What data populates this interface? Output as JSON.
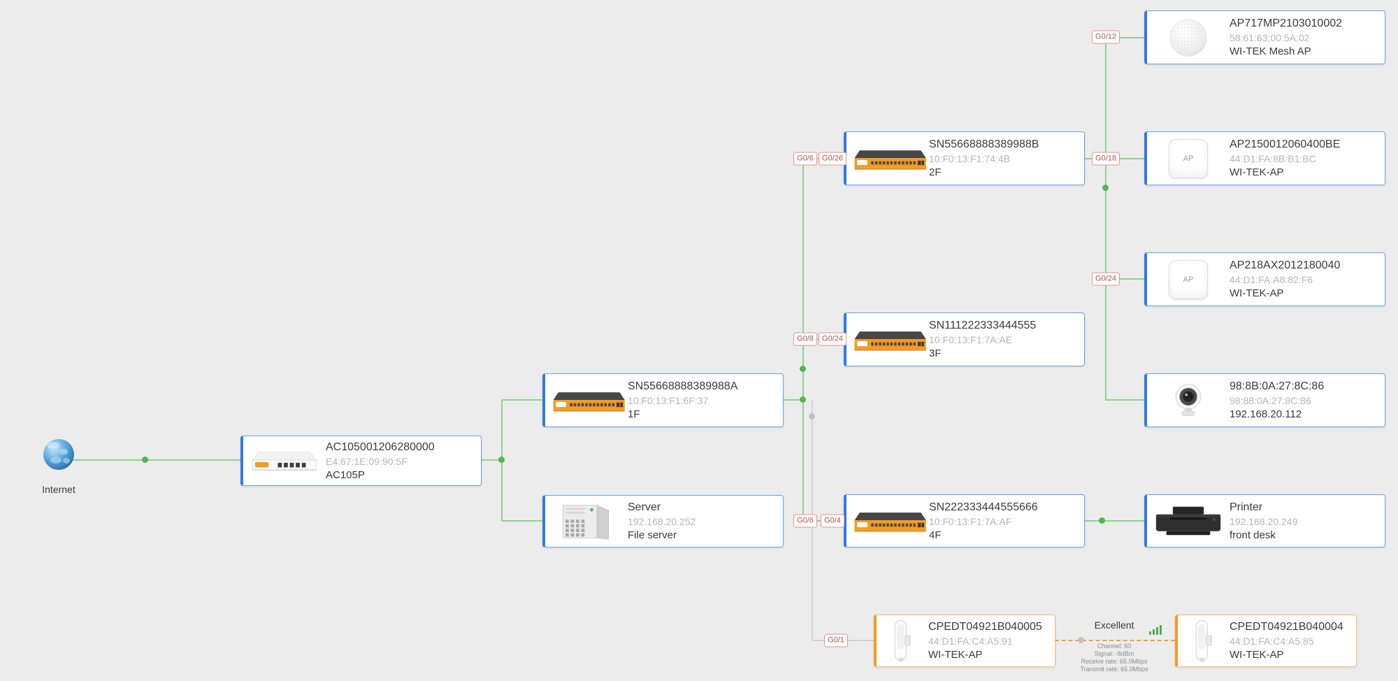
{
  "internet": {
    "label": "Internet"
  },
  "ap_icon_label": "AP",
  "nodes": {
    "ac105p": {
      "name": "AC105001206280000",
      "sub": "E4:67:1E:09:90:5F",
      "desc": "AC105P"
    },
    "sw1f": {
      "name": "SN55668888389988A",
      "sub": "10:F0:13:F1:6F:37",
      "desc": "1F"
    },
    "server": {
      "name": "Server",
      "sub": "192.168.20.252",
      "desc": "File server"
    },
    "sw2f": {
      "name": "SN55668888389988B",
      "sub": "10:F0:13:F1:74:4B",
      "desc": "2F"
    },
    "sw3f": {
      "name": "SN111222333444555",
      "sub": "10:F0:13:F1:7A:AE",
      "desc": "3F"
    },
    "sw4f": {
      "name": "SN222333444555666",
      "sub": "10:F0:13:F1:7A:AF",
      "desc": "4F"
    },
    "ap717": {
      "name": "AP717MP2103010002",
      "sub": "58:61:63:00:5A:02",
      "desc": "WI-TEK Mesh AP"
    },
    "ap215": {
      "name": "AP2150012060400BE",
      "sub": "44:D1:FA:8B:B1:BC",
      "desc": "WI-TEK-AP"
    },
    "ap218": {
      "name": "AP218AX2012180040",
      "sub": "44:D1:FA:A8:82:F6",
      "desc": "WI-TEK-AP"
    },
    "camera": {
      "name": "98:8B:0A:27:8C:86",
      "sub": "98:88:0A:27:8C:86",
      "desc": "192.168.20.112"
    },
    "printer": {
      "name": "Printer",
      "sub": "192.168.20.249",
      "desc": "front desk"
    },
    "cpe5": {
      "name": "CPEDT04921B040005",
      "sub": "44:D1:FA:C4:A5:91",
      "desc": "WI-TEK-AP"
    },
    "cpe4": {
      "name": "CPEDT04921B040004",
      "sub": "44:D1:FA:C4:A5:85",
      "desc": "WI-TEK-AP"
    }
  },
  "ports": {
    "g012": "G0/12",
    "g06a": "G0/6",
    "g026": "G0/26",
    "g018": "G0/18",
    "g024a": "G0/24",
    "g08": "G0/8",
    "g024b": "G0/24",
    "g06b": "G0/6",
    "g04": "G0/4",
    "g01": "G0/1"
  },
  "wireless": {
    "quality": "Excellent",
    "channel": "Channel: 60",
    "signal": "Signal: -8dBm",
    "receive": "Receive rate: 65.0Mbps",
    "transmit": "Transmit rate: 65.0Mbps"
  },
  "colors": {
    "link_green": "#8fd08f",
    "link_gray": "#d2d2d2",
    "wireless_orange": "#f0a23c",
    "card_border_blue": "#2f7ce0",
    "card_border_orange": "#f59b22",
    "port_badge_red": "#b0524a"
  }
}
